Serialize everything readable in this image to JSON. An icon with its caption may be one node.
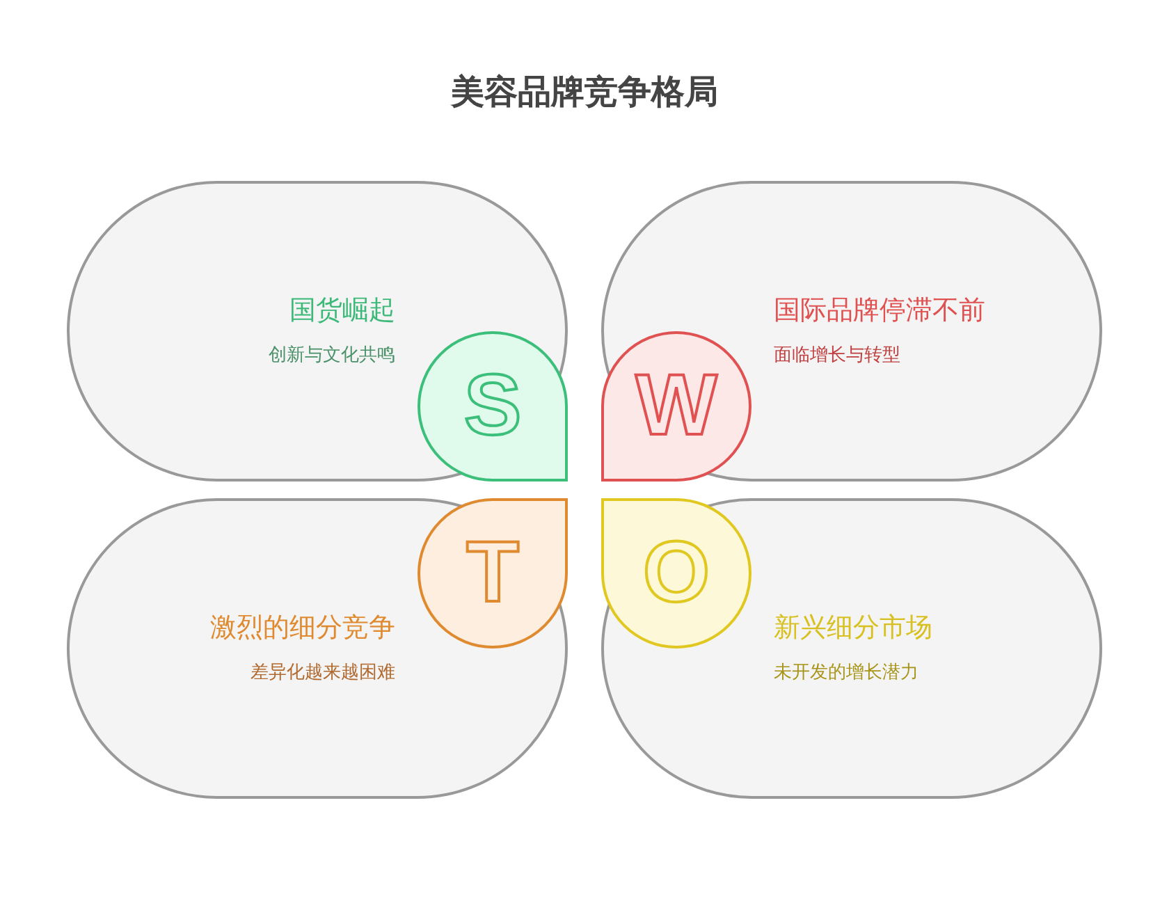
{
  "diagram": {
    "title": "美容品牌竞争格局",
    "nodes": [
      {
        "text": [
          "国货崛起",
          "创新与文化共鸣"
        ]
      },
      {
        "text": [
          "国际品牌停滞不前",
          "面临增长与转型"
        ]
      },
      {
        "text": [
          "S"
        ],
        "in": 0
      },
      {
        "text": [
          "W"
        ],
        "in": 1
      },
      {
        "text": [
          "T"
        ],
        "in": 6
      },
      {
        "text": [
          "O"
        ],
        "in": 7
      },
      {
        "text": [
          "激烈的细分竞争",
          "差异化越来越困难"
        ]
      },
      {
        "text": [
          "新兴细分市场",
          "未开发的增长潜力"
        ]
      }
    ],
    "edges": []
  }
}
